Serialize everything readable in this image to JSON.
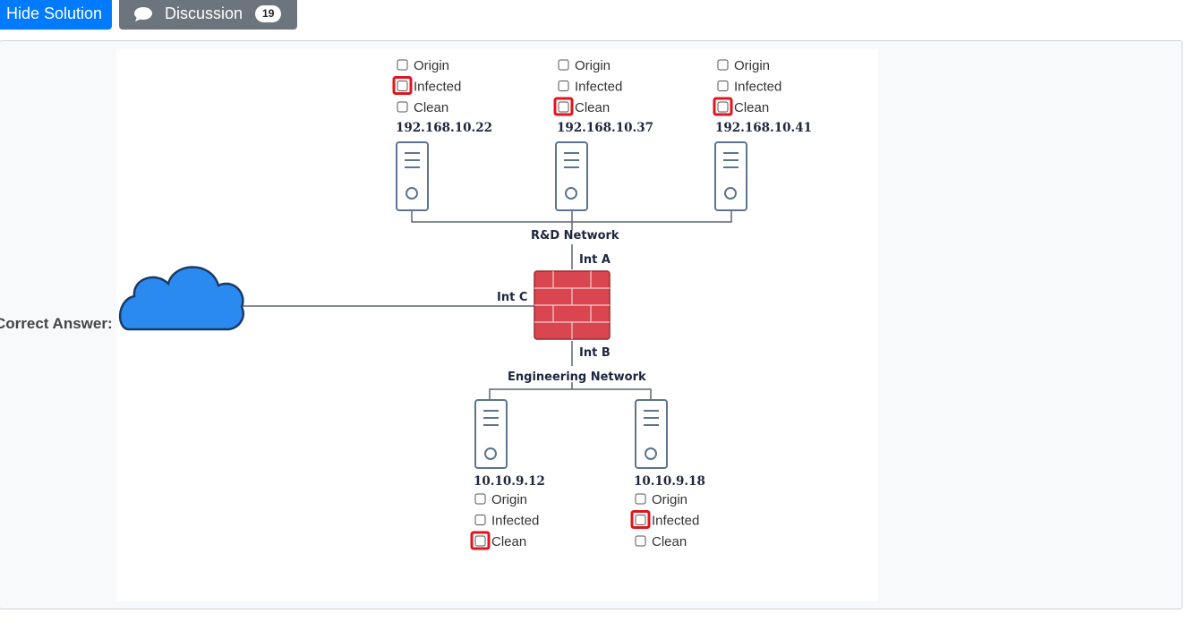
{
  "toolbar": {
    "hide_solution_label": "Hide Solution",
    "discussion_label": "Discussion",
    "discussion_count": "19"
  },
  "answer": {
    "label": "Correct Answer:"
  },
  "diagram": {
    "checkbox_labels": {
      "origin": "Origin",
      "infected": "Infected",
      "clean": "Clean"
    },
    "hosts": [
      {
        "ip": "192.168.10.22",
        "selected": "infected"
      },
      {
        "ip": "192.168.10.37",
        "selected": "clean"
      },
      {
        "ip": "192.168.10.41",
        "selected": "clean"
      },
      {
        "ip": "10.10.9.12",
        "selected": "clean"
      },
      {
        "ip": "10.10.9.18",
        "selected": "infected"
      }
    ],
    "networks": {
      "rd": "R&D Network",
      "engineering": "Engineering Network"
    },
    "interfaces": {
      "a": "Int A",
      "b": "Int B",
      "c": "Int C"
    },
    "colors": {
      "primary": "#007bff",
      "secondary": "#6c757d",
      "highlight": "#e0141e",
      "firewall": "#d9464f",
      "cloud": "#2b8af0",
      "server_stroke": "#5c7490"
    }
  }
}
